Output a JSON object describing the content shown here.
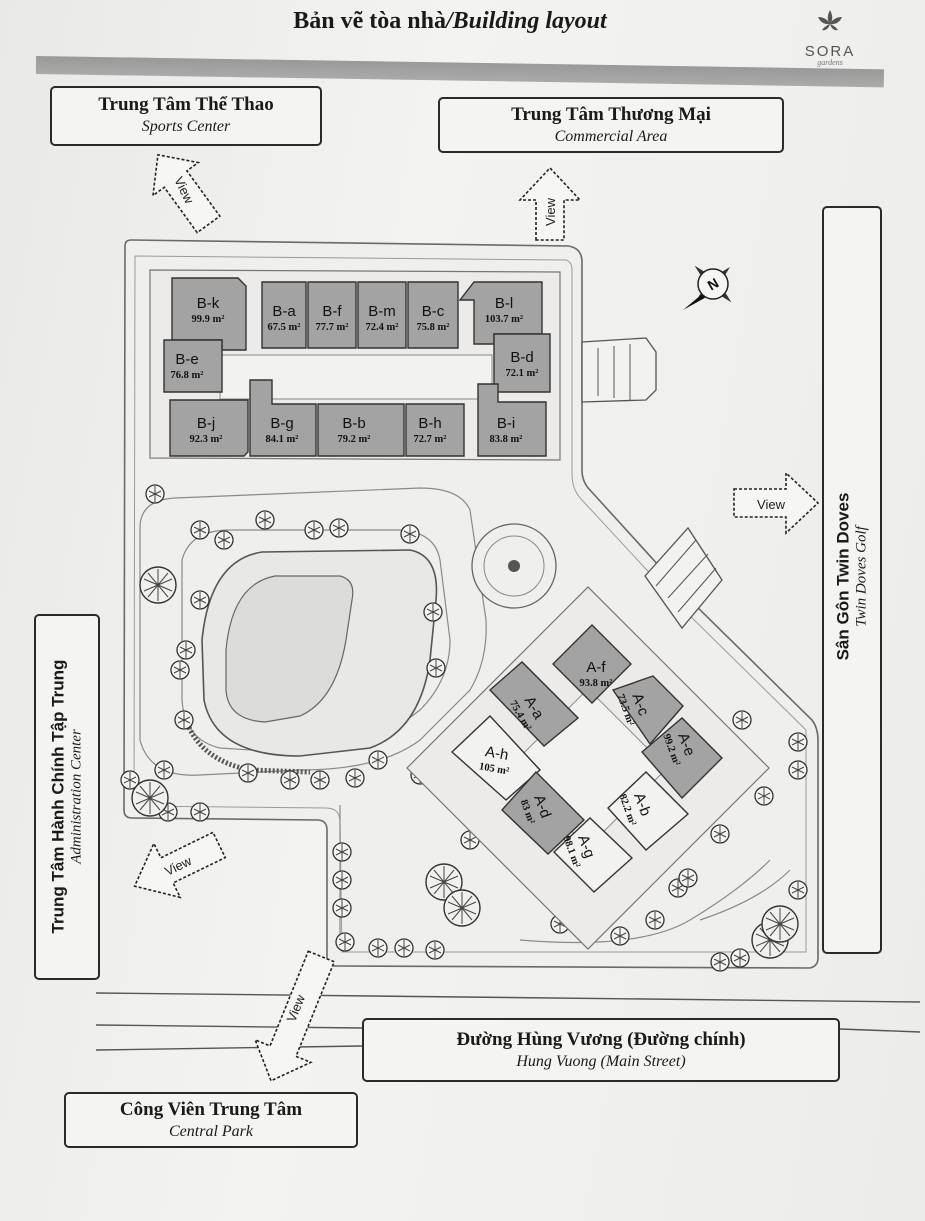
{
  "header": {
    "title_vi": "Bản vẽ tòa nhà",
    "title_sep": "/",
    "title_en": "Building layout"
  },
  "logo": {
    "name": "SORA",
    "sub": "gardens",
    "icon": "lotus-flower-icon"
  },
  "places": {
    "sports": {
      "vi": "Trung Tâm Thể Thao",
      "en": "Sports Center"
    },
    "commercial": {
      "vi": "Trung Tâm Thương Mại",
      "en": "Commercial Area"
    },
    "golf": {
      "vi": "Sân Gôn Twin Doves",
      "en": "Twin Doves Golf"
    },
    "admin": {
      "vi": "Trung Tâm Hành Chính Tập Trung",
      "en": "Administration Center"
    },
    "street": {
      "vi": "Đường Hùng Vương (Đường chính)",
      "en": "Hung Vuong (Main Street)"
    },
    "park": {
      "vi": "Công Viên Trung Tâm",
      "en": "Central Park"
    }
  },
  "view_label": "View",
  "compass_label": "N",
  "blocks": {
    "b": [
      {
        "id": "B-k",
        "area": "99.9 m²"
      },
      {
        "id": "B-a",
        "area": "67.5 m²"
      },
      {
        "id": "B-f",
        "area": "77.7 m²"
      },
      {
        "id": "B-m",
        "area": "72.4 m²"
      },
      {
        "id": "B-c",
        "area": "75.8 m²"
      },
      {
        "id": "B-l",
        "area": "103.7 m²"
      },
      {
        "id": "B-e",
        "area": "76.8 m²"
      },
      {
        "id": "B-d",
        "area": "72.1 m²"
      },
      {
        "id": "B-j",
        "area": "92.3 m²"
      },
      {
        "id": "B-g",
        "area": "84.1 m²"
      },
      {
        "id": "B-b",
        "area": "79.2 m²"
      },
      {
        "id": "B-h",
        "area": "72.7 m²"
      },
      {
        "id": "B-i",
        "area": "83.8 m²"
      }
    ],
    "a": [
      {
        "id": "A-f",
        "area": "93.8 m²"
      },
      {
        "id": "A-c",
        "area": "73.5 m²"
      },
      {
        "id": "A-a",
        "area": "75.4 m²"
      },
      {
        "id": "A-e",
        "area": "99.2 m²"
      },
      {
        "id": "A-h",
        "area": "105 m²"
      },
      {
        "id": "A-d",
        "area": "83 m²"
      },
      {
        "id": "A-b",
        "area": "82.2 m²"
      },
      {
        "id": "A-g",
        "area": "98.1 m²"
      }
    ]
  },
  "colors": {
    "unit_dark": "#a3a3a3",
    "unit_light": "#f2f2f0",
    "outline": "#333333"
  }
}
